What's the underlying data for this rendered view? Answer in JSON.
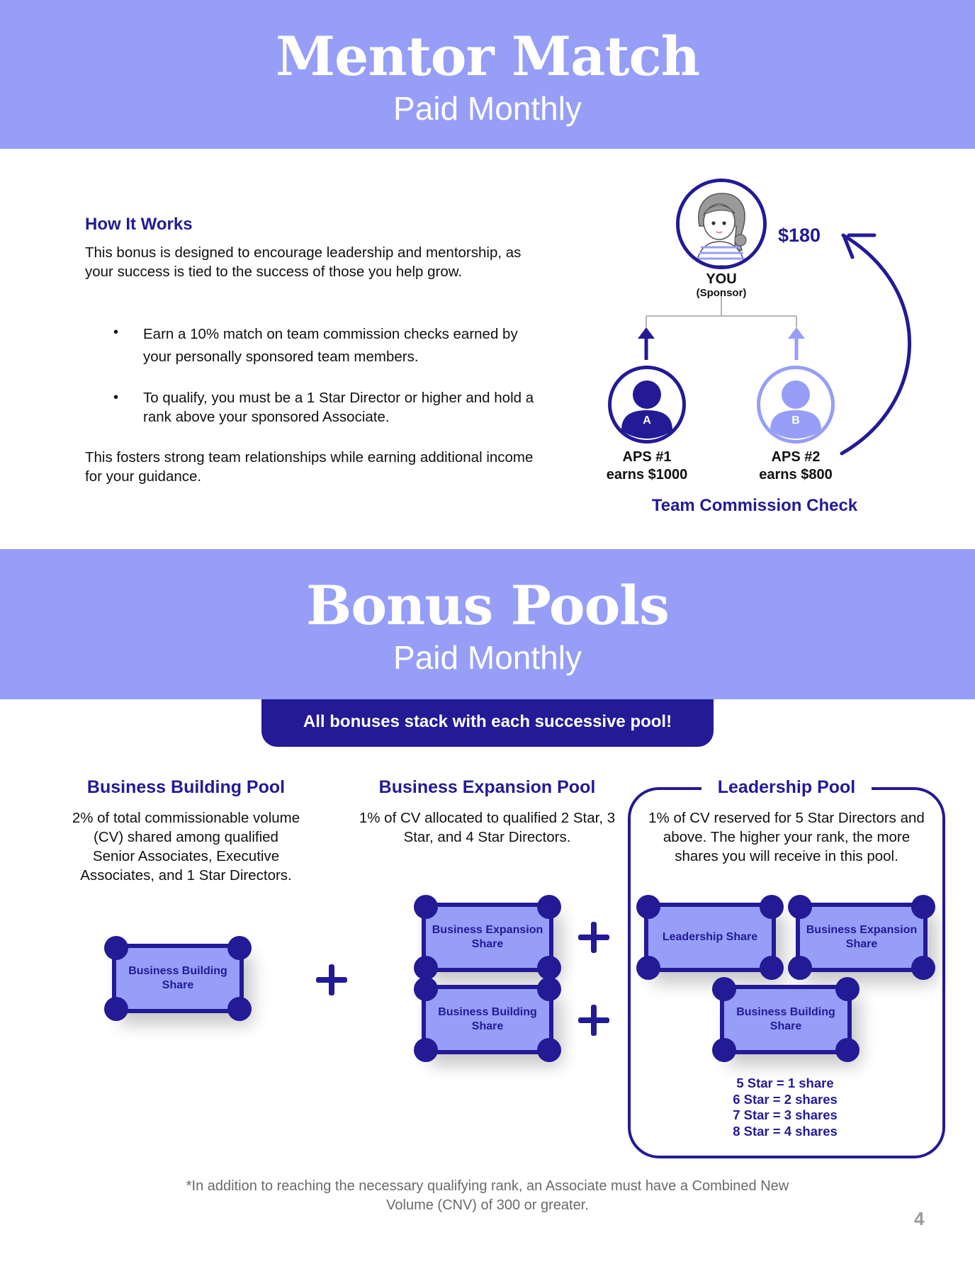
{
  "mentor_match": {
    "title": "Mentor Match",
    "subtitle": "Paid Monthly",
    "how_it_works": {
      "heading": "How It Works",
      "intro": "This bonus is designed to encourage leadership and mentorship, as your success is tied to the success of those you help grow.",
      "bullets": [
        "Earn a 10% match on team commission checks earned by your personally sponsored team members.",
        "To qualify, you must be a 1 Star Director or higher and hold a rank above your sponsored Associate."
      ],
      "outro": "This fosters strong team relationships while earning additional income for your guidance."
    },
    "diagram": {
      "you_label": "YOU",
      "sponsor_label": "(Sponsor)",
      "match_amount": "$180",
      "members": [
        {
          "letter": "A",
          "name": "APS #1",
          "earnings": "earns $1000"
        },
        {
          "letter": "B",
          "name": "APS #2",
          "earnings": "earns $800"
        }
      ],
      "caption": "Team Commission Check"
    }
  },
  "bonus_pools": {
    "title": "Bonus Pools",
    "subtitle": "Paid Monthly",
    "stack_note": "All bonuses stack with each successive pool!",
    "pools": [
      {
        "title": "Business Building Pool",
        "description": "2% of total commissionable volume (CV) shared among qualified Senior Associates, Executive Associates, and 1 Star Directors.",
        "shares": [
          "Business Building Share"
        ]
      },
      {
        "title": "Business Expansion Pool",
        "description": "1% of CV allocated to qualified 2 Star, 3 Star, and 4 Star Directors.",
        "shares": [
          "Business Expansion Share",
          "Business Building Share"
        ]
      },
      {
        "title": "Leadership Pool",
        "description": "1% of CV reserved for 5 Star Directors and above. The higher your rank, the more shares you will receive in this pool.",
        "shares": [
          "Leadership Share",
          "Business Expansion Share",
          "Business Building Share"
        ],
        "share_tiers": [
          "5 Star = 1 share",
          "6 Star = 2 shares",
          "7 Star = 3 shares",
          "8 Star = 4 shares"
        ]
      }
    ],
    "footnote": "*In addition to reaching the necessary qualifying rank, an Associate must have a Combined New Volume (CNV) of 300 or greater."
  },
  "page_number": "4",
  "colors": {
    "accent_light": "#969ef7",
    "accent_dark": "#231a96",
    "footnote_gray": "#6a6a6a"
  }
}
